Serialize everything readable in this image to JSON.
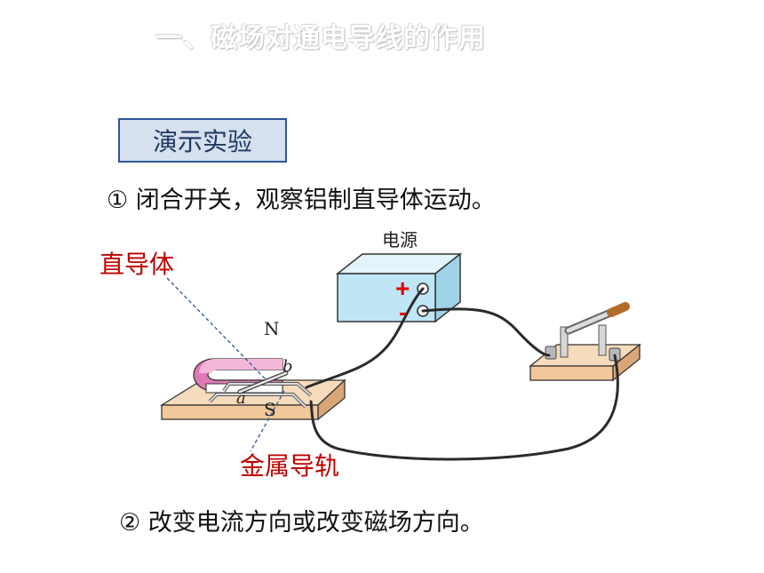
{
  "header": {
    "title": "一、磁场对通电导线的作用"
  },
  "demo": {
    "label": "演示实验"
  },
  "steps": [
    {
      "text": "① 闭合开关，观察铝制直导体运动。"
    },
    {
      "text": "② 改变电流方向或改变磁场方向。"
    }
  ],
  "diagram": {
    "power_supply_label": "电源",
    "conductor_label": "直导体",
    "rail_label": "金属导轨",
    "plus_sign": "+",
    "minus_sign": "-",
    "north_label": "N",
    "south_label": "S",
    "point_a": "a",
    "point_b": "b"
  },
  "colors": {
    "label_red": "#c00000",
    "box_border": "#2f5597",
    "box_fill": "#d6e0ee",
    "board": "#f2c89b",
    "magnet_pink": "#e07ab7",
    "power_box": "#bfe6f5"
  }
}
